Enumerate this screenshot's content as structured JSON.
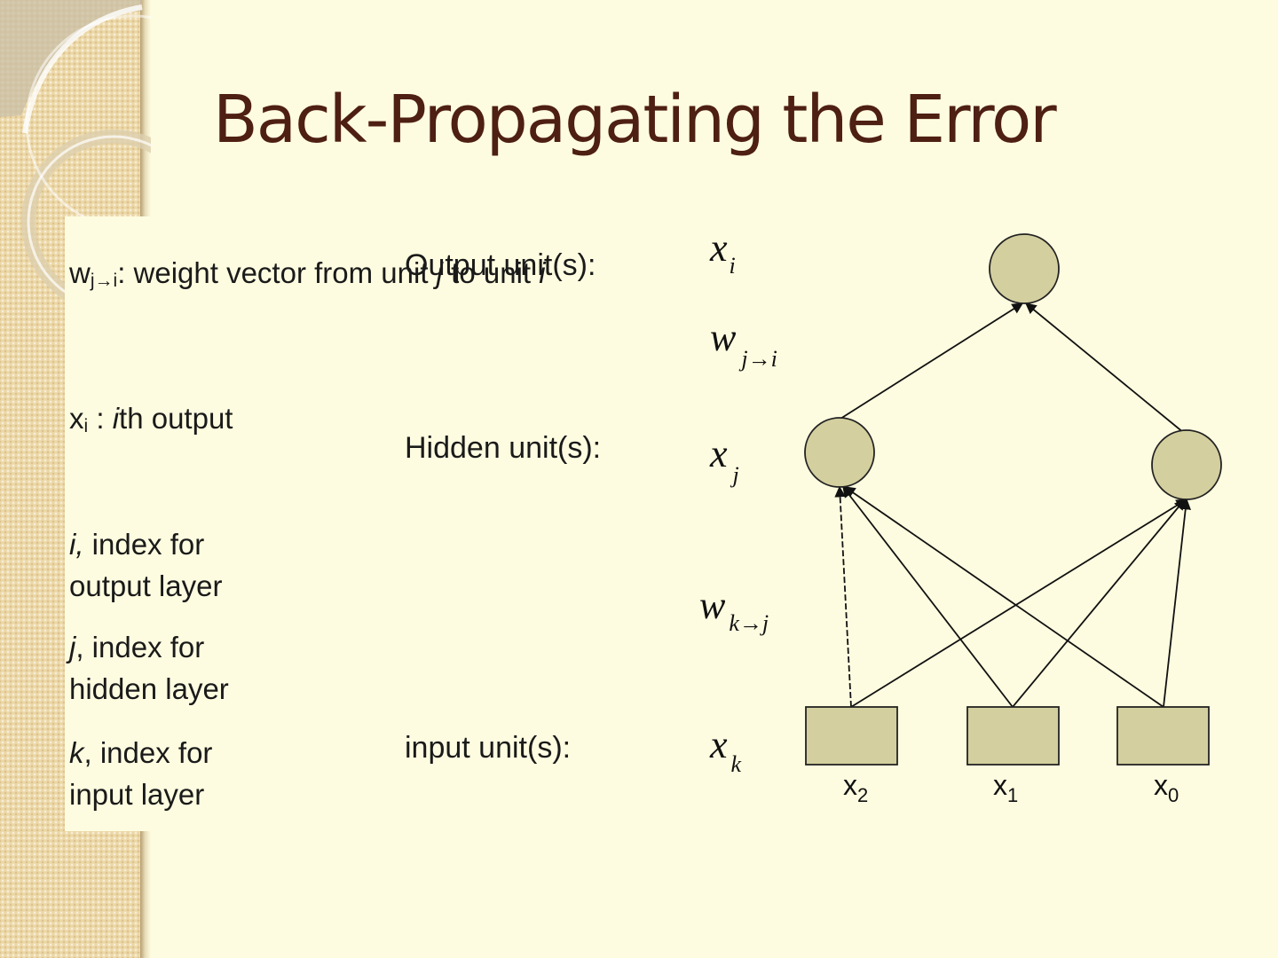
{
  "slide": {
    "title": "Back-Propagating the Error"
  },
  "legend": [
    {
      "symbol": "w",
      "sub": "j→i",
      "text": ": weight vector from unit ",
      "a": "j",
      "mid": " to unit ",
      "b": "i"
    },
    {
      "symbol": "x",
      "sub": "i",
      "text": " : ",
      "a": "i",
      "mid": "th output"
    },
    {
      "a": "i,",
      "text": " index for output layer"
    },
    {
      "a": "j",
      "text": ", index for hidden layer"
    },
    {
      "a": "k",
      "text": ", index for input layer"
    }
  ],
  "levels": {
    "output_label": "Output unit(s):",
    "hidden_label": "Hidden unit(s):",
    "input_label": "input unit(s):"
  },
  "math": {
    "x_i": {
      "base": "x",
      "sub": "i"
    },
    "w_ji": {
      "base": "w",
      "sub": "j→i"
    },
    "x_j": {
      "base": "x",
      "sub": "j"
    },
    "w_kj": {
      "base": "w",
      "sub": "k→j"
    },
    "x_k": {
      "base": "x",
      "sub": "k"
    }
  },
  "inputs": [
    {
      "base": "x",
      "sub": "2"
    },
    {
      "base": "x",
      "sub": "1"
    },
    {
      "base": "x",
      "sub": "0"
    }
  ],
  "colors": {
    "title": "#4e1f13",
    "node_fill": "#d3cf9f",
    "background": "#fefce0"
  }
}
